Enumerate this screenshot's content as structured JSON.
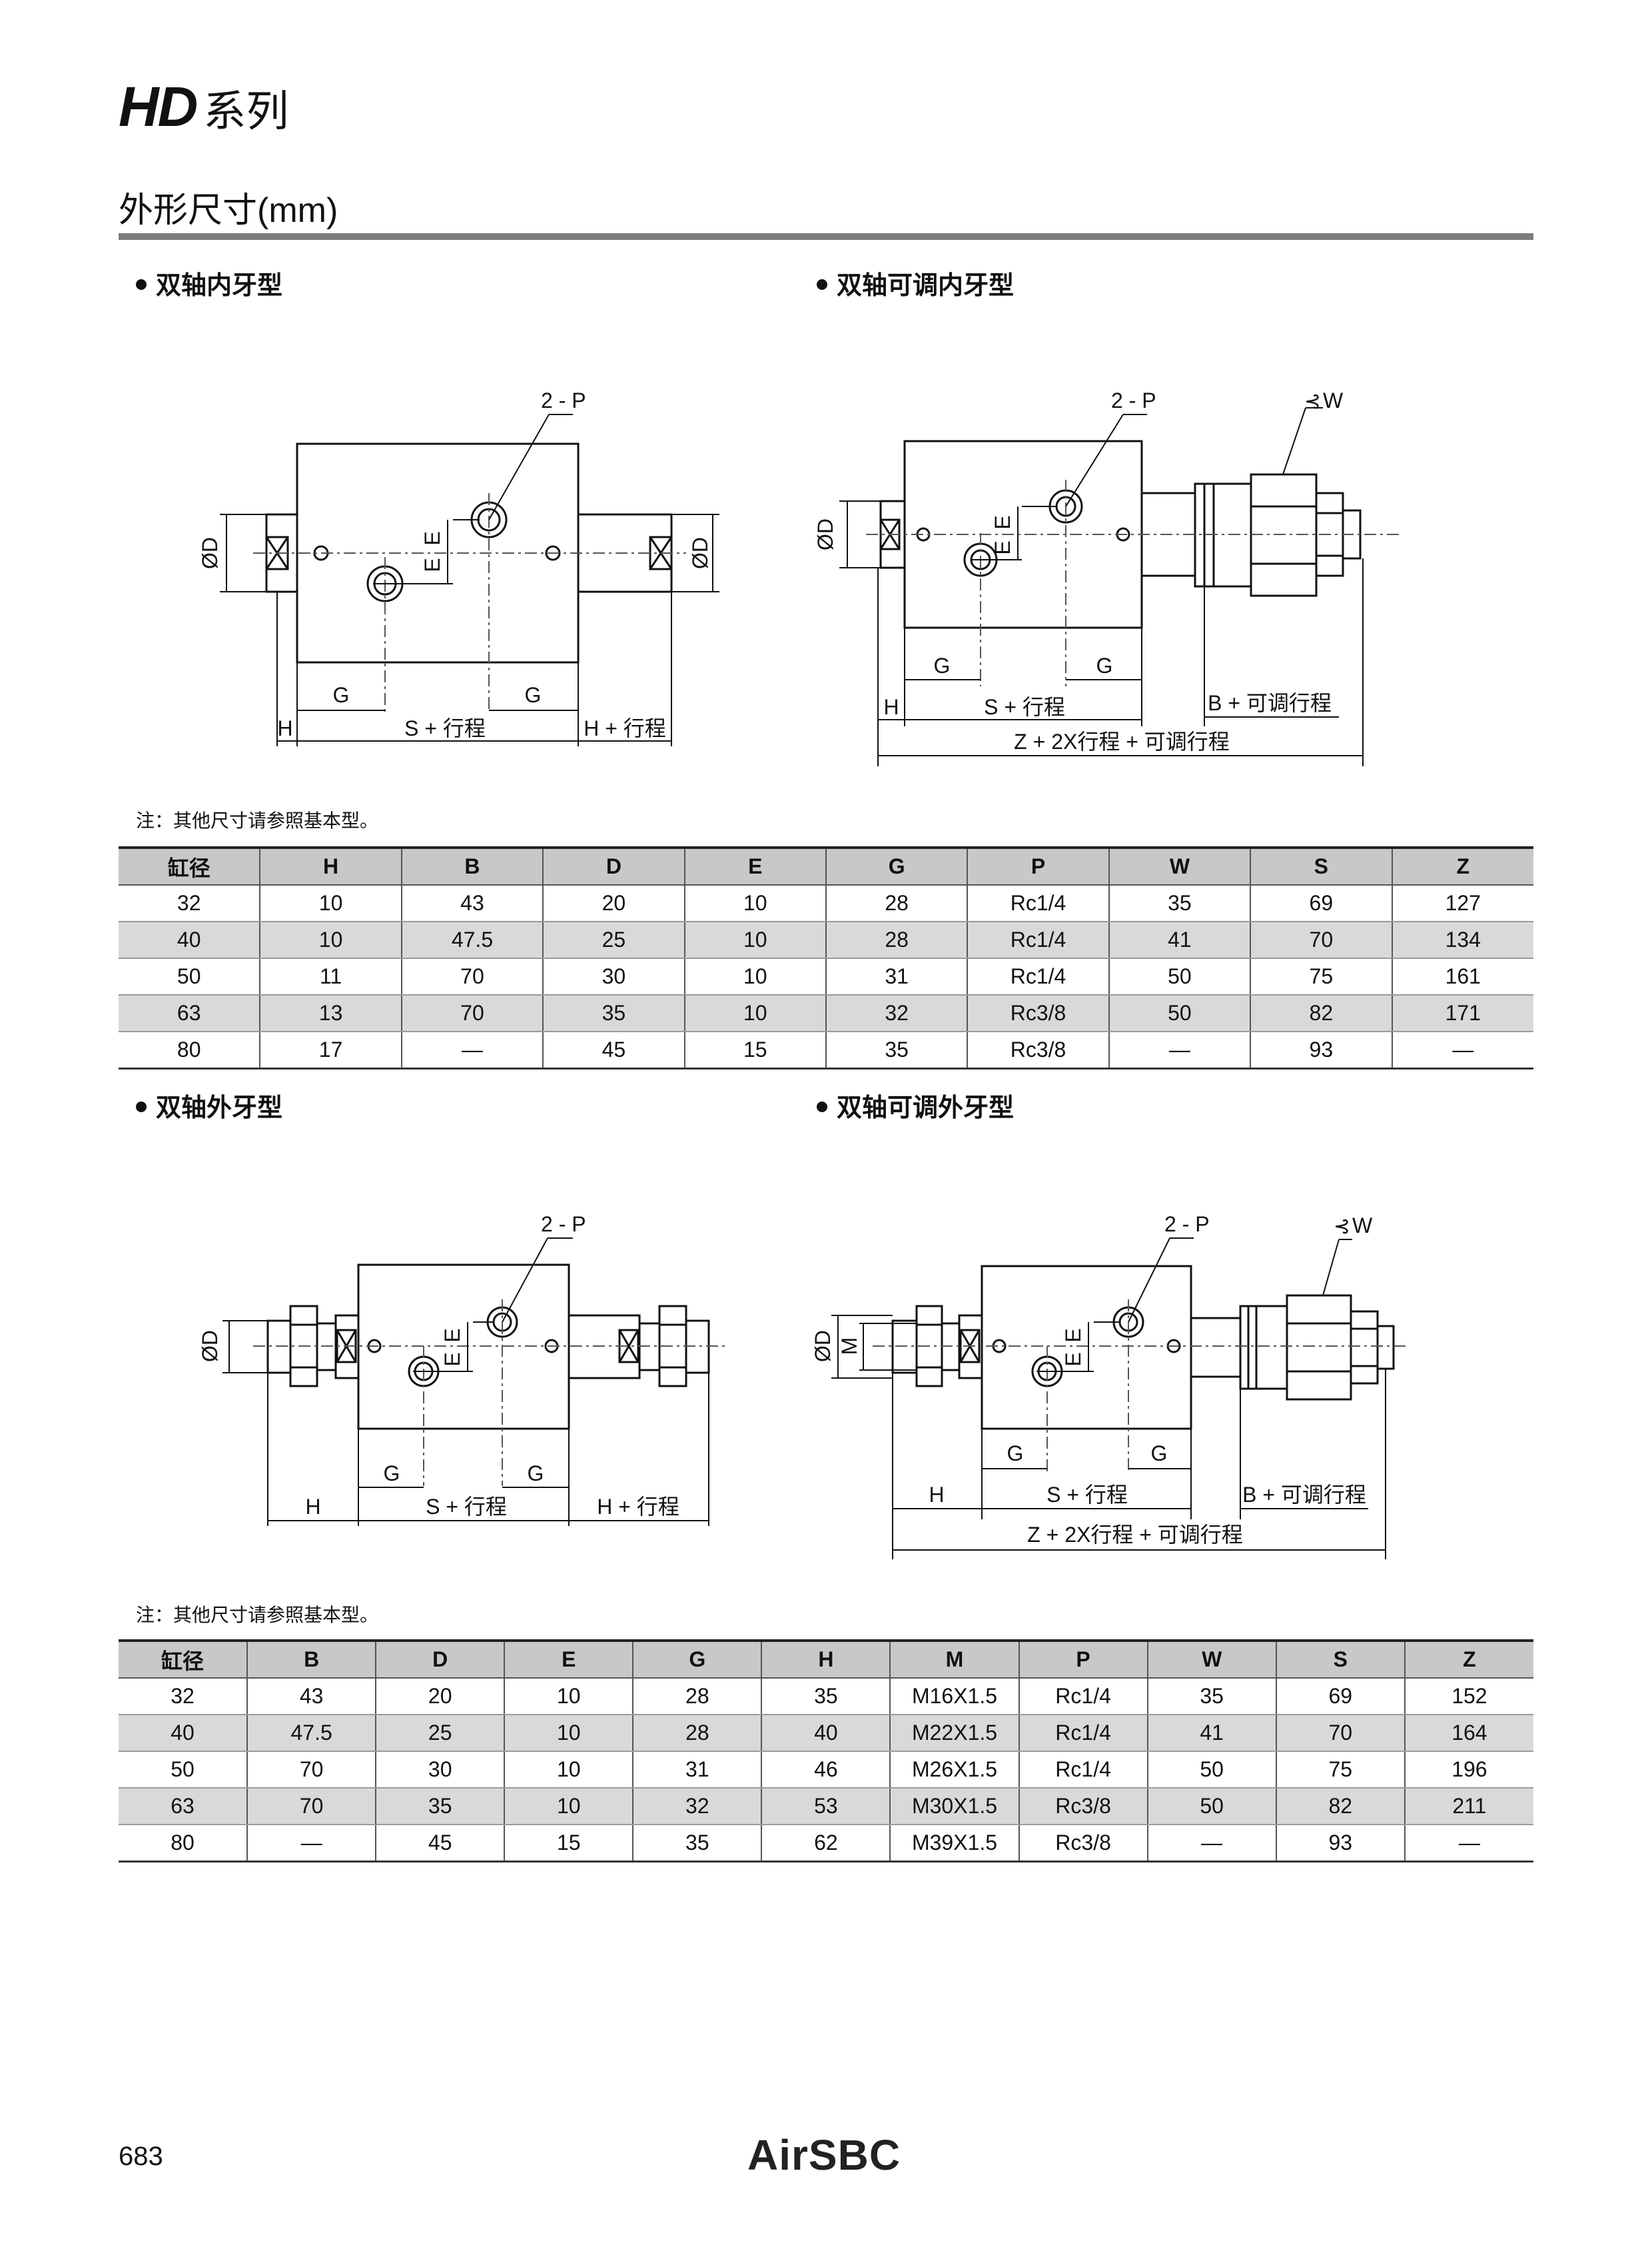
{
  "header": {
    "series_code": "HD",
    "series_suffix": "系列",
    "section_title": "外形尺寸(mm)"
  },
  "section1": {
    "left_title": "双轴内牙型",
    "right_title": "双轴可调内牙型",
    "note": "注：其他尺寸请参照基本型。",
    "drawing_left": {
      "port": "2 - P",
      "dia": "ØD",
      "e": "E",
      "g": "G",
      "h": "H",
      "s_stroke": "S + 行程",
      "h_stroke": "H + 行程"
    },
    "drawing_right": {
      "port": "2 - P",
      "wrench": "W",
      "dia": "ØD",
      "e": "E",
      "g": "G",
      "h": "H",
      "s_stroke": "S + 行程",
      "b_adj": "B + 可调行程",
      "z_total": "Z + 2X行程 + 可调行程"
    },
    "table": {
      "headers": [
        "缸径",
        "H",
        "B",
        "D",
        "E",
        "G",
        "P",
        "W",
        "S",
        "Z"
      ],
      "rows": [
        [
          "32",
          "10",
          "43",
          "20",
          "10",
          "28",
          "Rc1/4",
          "35",
          "69",
          "127"
        ],
        [
          "40",
          "10",
          "47.5",
          "25",
          "10",
          "28",
          "Rc1/4",
          "41",
          "70",
          "134"
        ],
        [
          "50",
          "11",
          "70",
          "30",
          "10",
          "31",
          "Rc1/4",
          "50",
          "75",
          "161"
        ],
        [
          "63",
          "13",
          "70",
          "35",
          "10",
          "32",
          "Rc3/8",
          "50",
          "82",
          "171"
        ],
        [
          "80",
          "17",
          "—",
          "45",
          "15",
          "35",
          "Rc3/8",
          "—",
          "93",
          "—"
        ]
      ]
    }
  },
  "section2": {
    "left_title": "双轴外牙型",
    "right_title": "双轴可调外牙型",
    "note": "注：其他尺寸请参照基本型。",
    "drawing_left": {
      "port": "2 - P",
      "dia": "ØD",
      "e": "E",
      "g": "G",
      "h": "H",
      "s_stroke": "S + 行程",
      "h_stroke": "H + 行程"
    },
    "drawing_right": {
      "port": "2 - P",
      "wrench": "W",
      "dia": "ØD",
      "m": "M",
      "e": "E",
      "g": "G",
      "h": "H",
      "s_stroke": "S + 行程",
      "b_adj": "B + 可调行程",
      "z_total": "Z + 2X行程 + 可调行程"
    },
    "table": {
      "headers": [
        "缸径",
        "B",
        "D",
        "E",
        "G",
        "H",
        "M",
        "P",
        "W",
        "S",
        "Z"
      ],
      "rows": [
        [
          "32",
          "43",
          "20",
          "10",
          "28",
          "35",
          "M16X1.5",
          "Rc1/4",
          "35",
          "69",
          "152"
        ],
        [
          "40",
          "47.5",
          "25",
          "10",
          "28",
          "40",
          "M22X1.5",
          "Rc1/4",
          "41",
          "70",
          "164"
        ],
        [
          "50",
          "70",
          "30",
          "10",
          "31",
          "46",
          "M26X1.5",
          "Rc1/4",
          "50",
          "75",
          "196"
        ],
        [
          "63",
          "70",
          "35",
          "10",
          "32",
          "53",
          "M30X1.5",
          "Rc3/8",
          "50",
          "82",
          "211"
        ],
        [
          "80",
          "—",
          "45",
          "15",
          "35",
          "62",
          "M39X1.5",
          "Rc3/8",
          "—",
          "93",
          "—"
        ]
      ]
    }
  },
  "footer": {
    "page_number": "683",
    "logo": "AirSBC"
  }
}
